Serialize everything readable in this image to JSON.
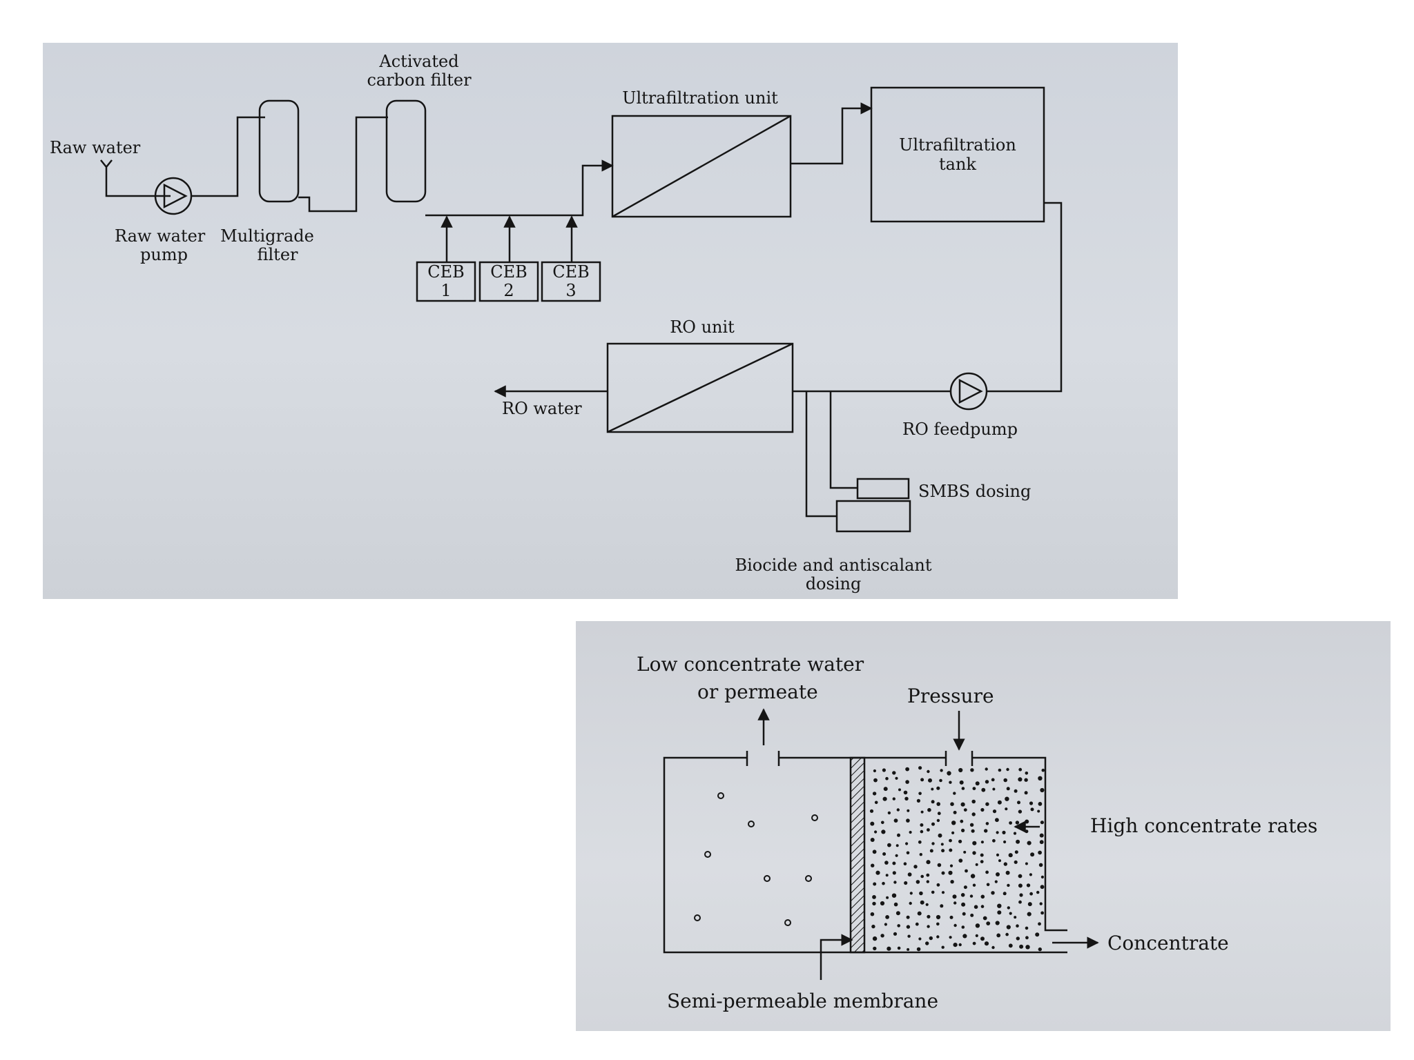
{
  "top_diagram": {
    "labels": {
      "raw_water": "Raw water",
      "raw_water_pump": [
        "Raw water",
        "pump"
      ],
      "multigrade_filter": [
        "Multigrade",
        "filter"
      ],
      "activated_carbon_filter": [
        "Activated",
        "carbon filter"
      ],
      "ultrafiltration_unit": "Ultrafiltration unit",
      "ultrafiltration_tank": [
        "Ultrafiltration",
        "tank"
      ],
      "ceb": [
        [
          "CEB",
          "1"
        ],
        [
          "CEB",
          "2"
        ],
        [
          "CEB",
          "3"
        ]
      ],
      "ro_unit": "RO unit",
      "ro_water": "RO water",
      "ro_feedpump": "RO feedpump",
      "smbs_dosing": "SMBS dosing",
      "biocide_dosing": [
        "Biocide and antiscalant",
        "dosing"
      ]
    }
  },
  "bottom_diagram": {
    "labels": {
      "permeate": [
        "Low concentrate water",
        "or permeate"
      ],
      "pressure": "Pressure",
      "high_concentrate": "High concentrate rates",
      "concentrate": "Concentrate",
      "membrane": "Semi-permeable membrane"
    }
  },
  "colors": {
    "ink": "#151515",
    "panel_bg": "#d4d8de"
  }
}
